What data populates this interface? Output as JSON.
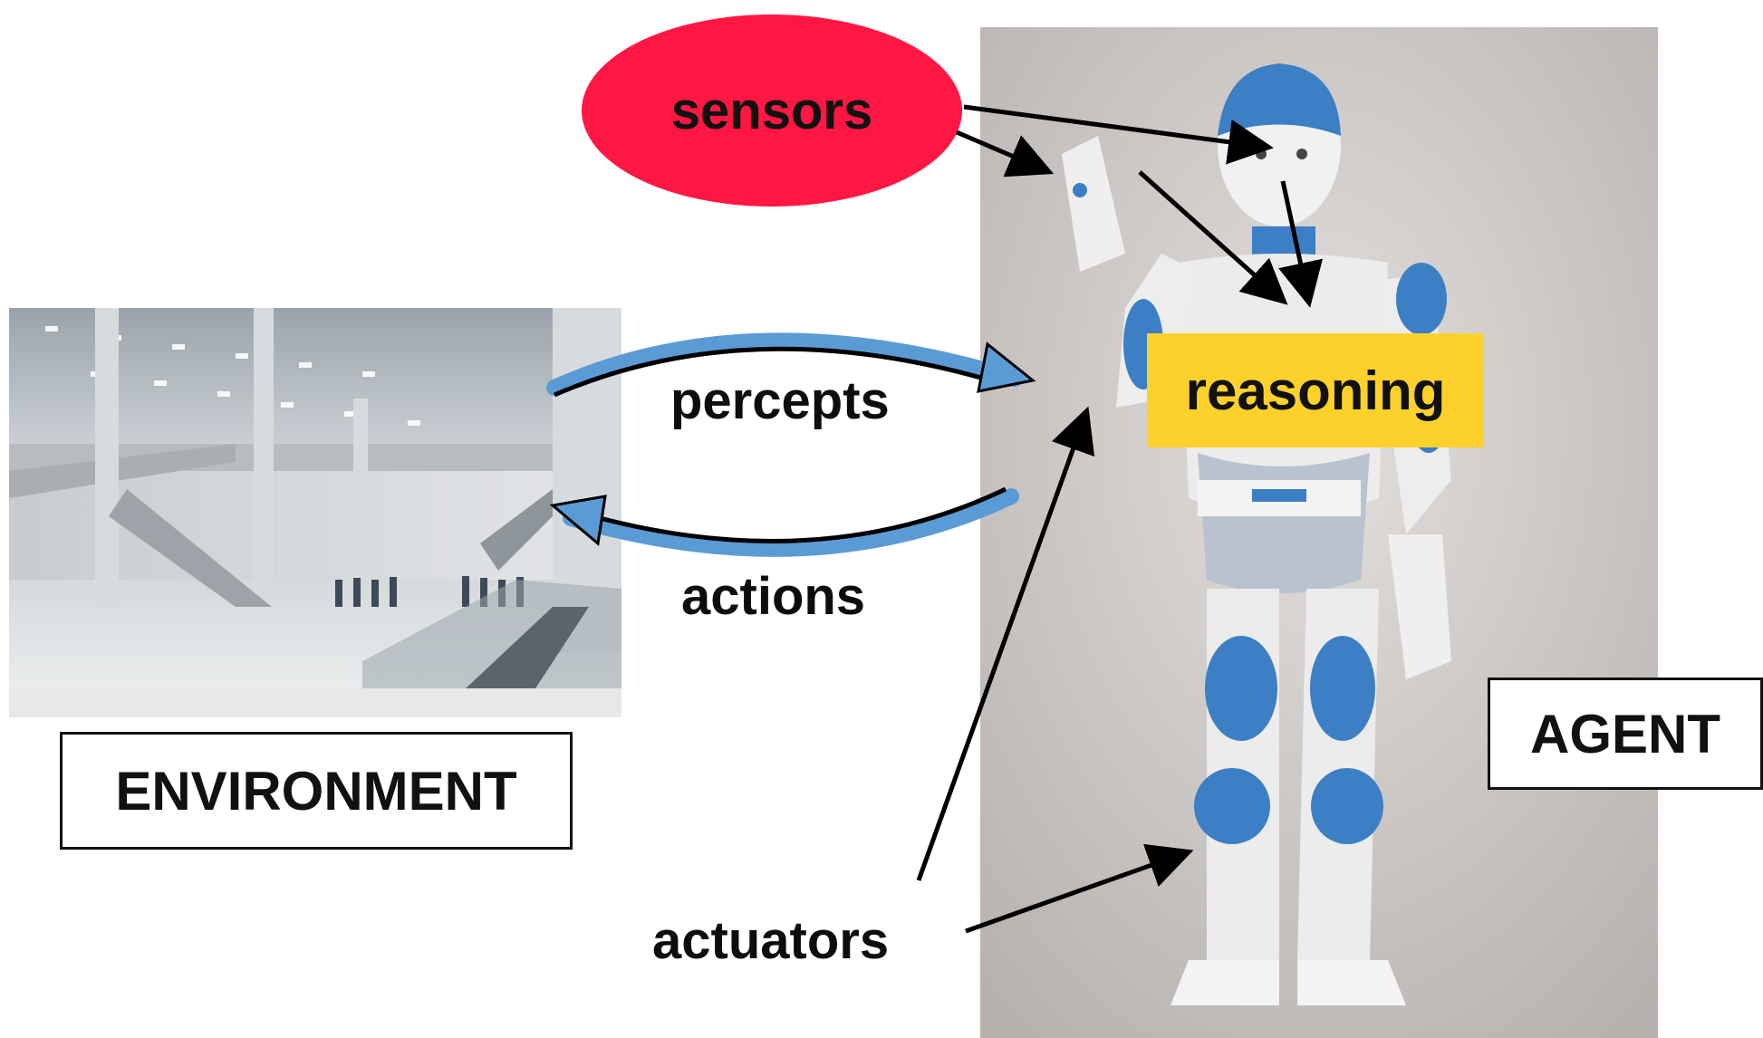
{
  "labels": {
    "sensors": "sensors",
    "reasoning": "reasoning",
    "percepts": "percepts",
    "actions": "actions",
    "actuators": "actuators",
    "environment": "ENVIRONMENT",
    "agent": "AGENT"
  },
  "colors": {
    "sensors_fill": "#ff1744",
    "reasoning_fill": "#fdd12b",
    "arc_blue": "#5b9bd5",
    "arrow_black": "#000000"
  },
  "images": {
    "environment": "building-atrium-photo",
    "agent": "humanoid-robot-photo"
  }
}
